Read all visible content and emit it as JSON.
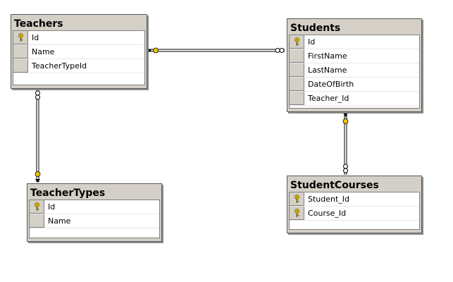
{
  "tables": {
    "teachers": {
      "title": "Teachers",
      "columns": [
        "Id",
        "Name",
        "TeacherTypeId"
      ],
      "keys": [
        true,
        false,
        false
      ]
    },
    "students": {
      "title": "Students",
      "columns": [
        "Id",
        "FirstName",
        "LastName",
        "DateOfBirth",
        "Teacher_Id"
      ],
      "keys": [
        true,
        false,
        false,
        false,
        false
      ]
    },
    "teacher_types": {
      "title": "TeacherTypes",
      "columns": [
        "Id",
        "Name"
      ],
      "keys": [
        true,
        false
      ]
    },
    "student_courses": {
      "title": "StudentCourses",
      "columns": [
        "Student_Id",
        "Course_Id"
      ],
      "keys": [
        true,
        true
      ]
    }
  },
  "relationships": [
    {
      "from": "teachers",
      "to": "students",
      "one_end": "teachers",
      "many_end": "students"
    },
    {
      "from": "teacher_types",
      "to": "teachers",
      "one_end": "teacher_types",
      "many_end": "teachers"
    },
    {
      "from": "students",
      "to": "student_courses",
      "one_end": "students",
      "many_end": "student_courses"
    }
  ],
  "colors": {
    "table_bg": "#d4d0c8",
    "key_icon": "#e8c400",
    "border": "#5a5a5a"
  }
}
